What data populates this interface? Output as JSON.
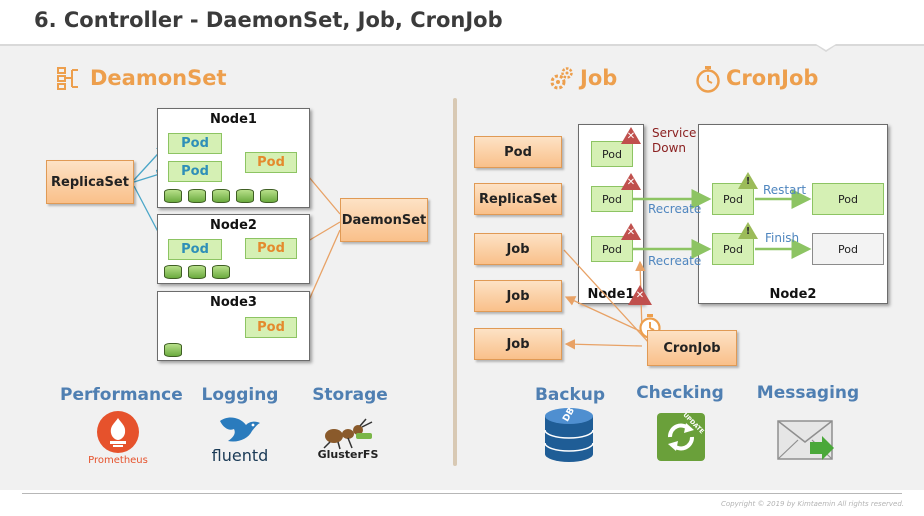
{
  "title": "6. Controller - DaemonSet, Job, CronJob",
  "copyright": "Copyright © 2019 by Kimtaemin All rights reserved.",
  "daemonset_section": {
    "title": "DeamonSet",
    "icon": "hierarchy-icon",
    "replicaset_label": "ReplicaSet",
    "daemonset_label": "DaemonSet",
    "nodes": [
      {
        "name": "Node1",
        "pods": [
          "Pod",
          "Pod"
        ],
        "daemon_pod": "Pod",
        "disks": 5
      },
      {
        "name": "Node2",
        "pods": [
          "Pod"
        ],
        "daemon_pod": "Pod",
        "disks": 3
      },
      {
        "name": "Node3",
        "pods": [],
        "daemon_pod": "Pod",
        "disks": 1
      }
    ],
    "features": [
      {
        "label": "Performance",
        "logo_text": "Prometheus",
        "icon": "prometheus-icon"
      },
      {
        "label": "Logging",
        "logo_text": "fluentd",
        "icon": "fluentd-bird-icon"
      },
      {
        "label": "Storage",
        "logo_text": "GlusterFS",
        "icon": "glusterfs-ant-icon"
      }
    ]
  },
  "job_section": {
    "job_title": "Job",
    "job_icon": "gears-icon",
    "cronjob_title": "CronJob",
    "cronjob_icon": "stopwatch-icon",
    "controllers": [
      "Pod",
      "ReplicaSet",
      "Job",
      "Job",
      "Job"
    ],
    "node1": {
      "name": "Node1",
      "pods": [
        "Pod",
        "Pod",
        "Pod"
      ]
    },
    "node2": {
      "name": "Node2",
      "pods": [
        "Pod",
        "Pod"
      ]
    },
    "node2_pods_left": [
      "Pod",
      "Pod"
    ],
    "service_down": "Service Down",
    "recreate_1": "Recreate",
    "recreate_2": "Recreate",
    "restart": "Restart",
    "finish": "Finish",
    "cronjob_label": "CronJob",
    "features": [
      {
        "label": "Backup",
        "icon": "database-icon",
        "badge": "DB"
      },
      {
        "label": "Checking",
        "icon": "update-icon",
        "badge": "UPDATE"
      },
      {
        "label": "Messaging",
        "icon": "mail-icon"
      }
    ]
  },
  "colors": {
    "accent_orange": "#ed9f4d",
    "feature_blue": "#4f7fb2",
    "pod_green": "#d5f0b4",
    "arrow_orange": "#e8a266",
    "arrow_teal": "#4aa6c8",
    "arrow_green": "#8dc463"
  }
}
